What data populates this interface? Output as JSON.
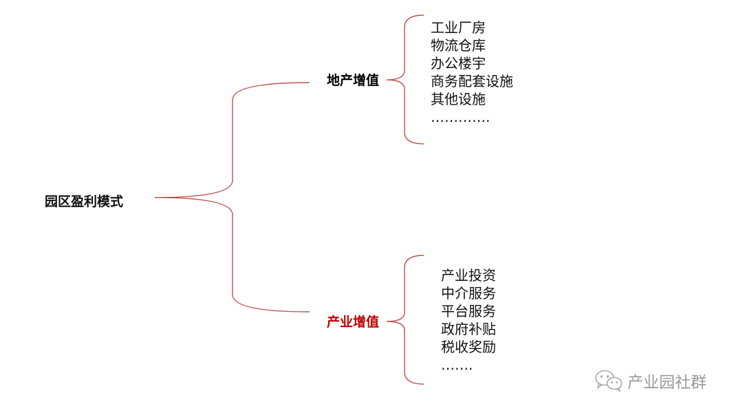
{
  "root": {
    "label": "园区盈利模式"
  },
  "branches": [
    {
      "label": "地产增值",
      "color": "#000000",
      "items": [
        "工业厂房",
        "物流仓库",
        "办公楼宇",
        "商务配套设施",
        "其他设施",
        "…………."
      ]
    },
    {
      "label": "产业增值",
      "color": "#c00000",
      "items": [
        "产业投资",
        "中介服务",
        "平台服务",
        "政府补贴",
        "税收奖励",
        "……."
      ]
    }
  ],
  "connector_color": "#c0504d",
  "watermark": {
    "icon": "wechat-icon",
    "text": "产业园社群"
  }
}
